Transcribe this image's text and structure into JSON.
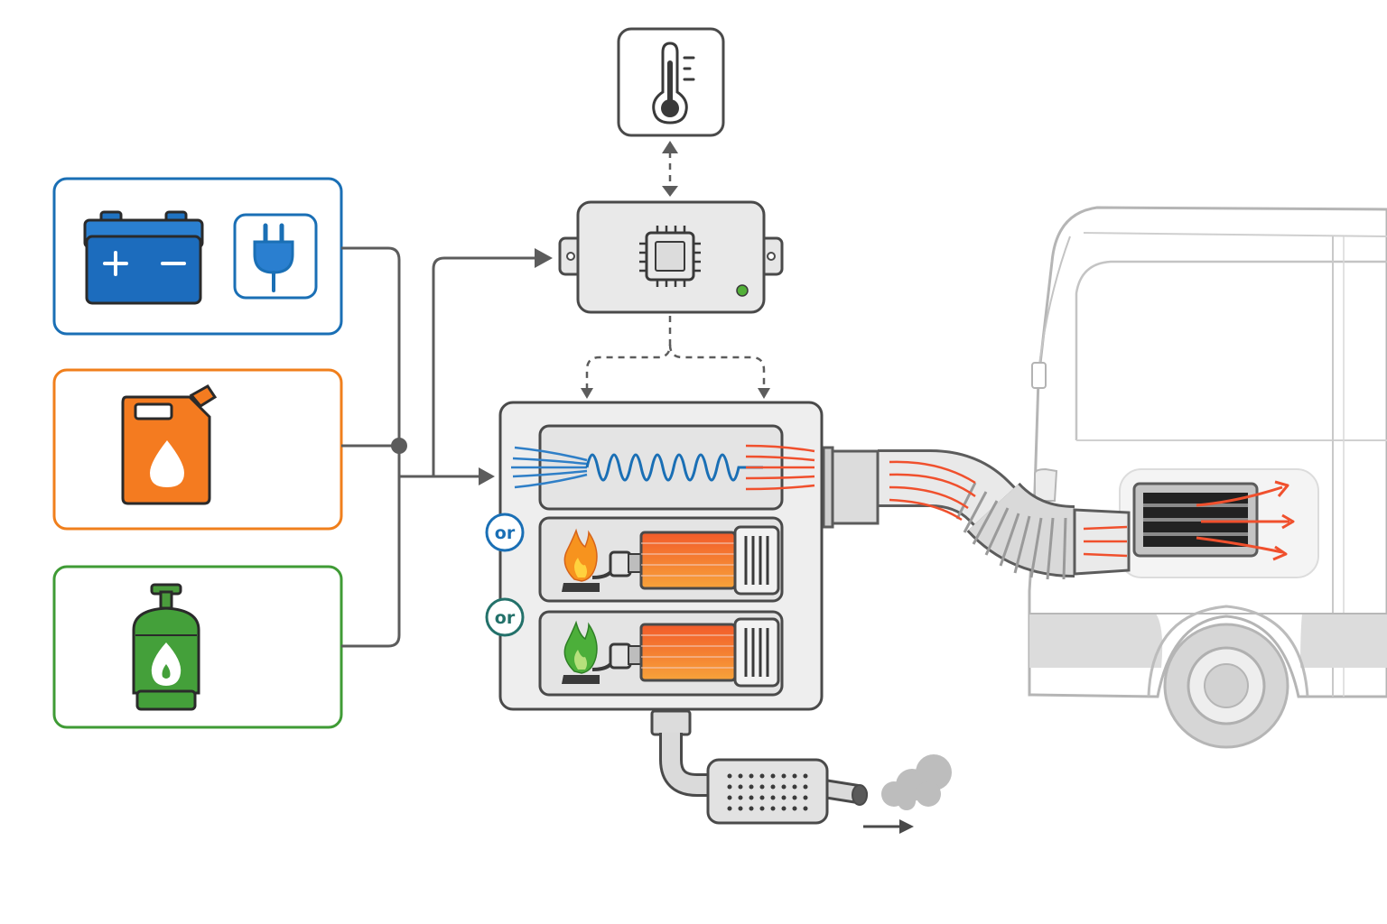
{
  "diagram": {
    "or_labels": [
      "or",
      "or"
    ],
    "colors": {
      "electric": "#1a6fb5",
      "diesel": "#f07f1c",
      "gas": "#3f9b35",
      "line": "#5c5c5c",
      "unit_fill": "#ededed",
      "hot_air": "#f0502d",
      "cold_air": "#2f7fc7",
      "or_badge": "#1a6fb5",
      "status_led": "#52b038"
    },
    "icons": {
      "power_source": [
        "car-battery-icon",
        "power-plug-icon"
      ],
      "diesel_source": "fuel-jerrycan-icon",
      "gas_source": "gas-cylinder-icon",
      "controller": "microchip-icon",
      "thermostat": "thermometer-icon",
      "heater_variants": [
        "electric-coil-heater",
        "diesel-burner-heater",
        "gas-burner-heater"
      ],
      "exhaust": "muffler-icon",
      "vehicle": "camper-van-icon"
    }
  }
}
